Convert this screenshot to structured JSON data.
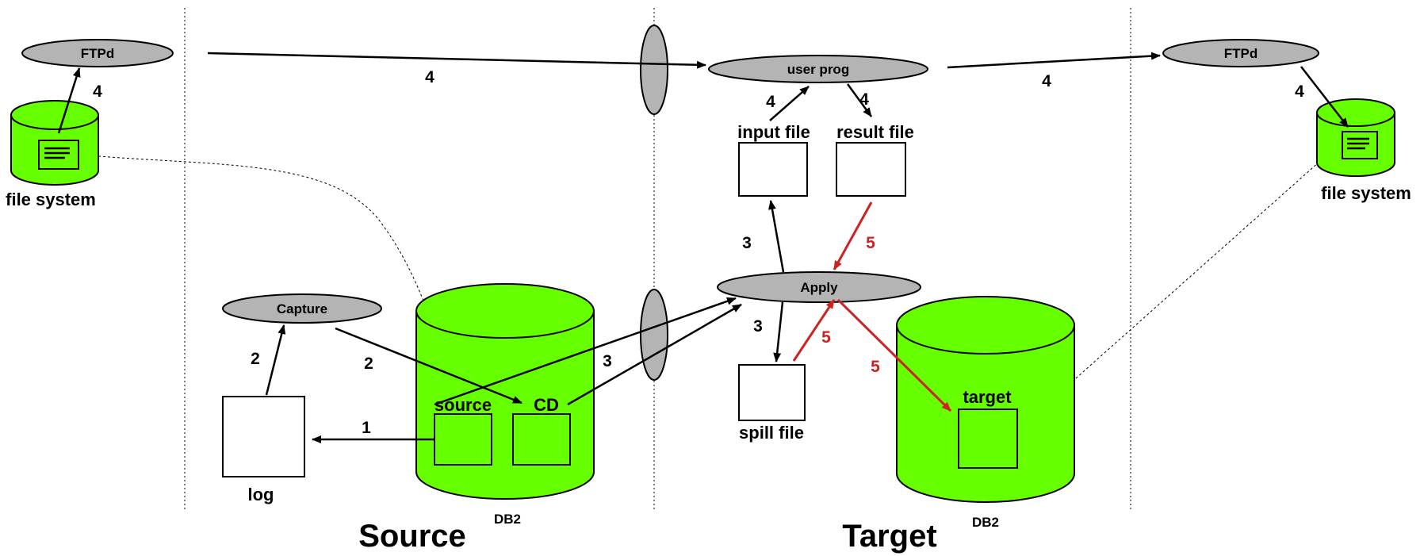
{
  "regions": {
    "source": "Source",
    "target": "Target"
  },
  "processes": {
    "ftpd_left": "FTPd",
    "ftpd_right": "FTPd",
    "capture": "Capture",
    "user_prog": "user prog",
    "apply": "Apply"
  },
  "stores": {
    "file_system_left": "file system",
    "file_system_right": "file system",
    "db2_source": "DB2",
    "db2_target": "DB2",
    "source_table": "source",
    "cd_table": "CD",
    "target_table": "target"
  },
  "files": {
    "log": "log",
    "spill_file": "spill file",
    "input_file": "input file",
    "result_file": "result file"
  },
  "steps": {
    "s1": "1",
    "s2a": "2",
    "s2b": "2",
    "s3a": "3",
    "s3b": "3",
    "s3c": "3",
    "s4a": "4",
    "s4b": "4",
    "s4c": "4",
    "s4d": "4",
    "s4e": "4",
    "s4f": "4",
    "s5a": "5",
    "s5b": "5",
    "s5c": "5"
  },
  "colors": {
    "storage_green": "#66ff00",
    "process_gray": "#b4b4b4",
    "error_red": "#cc2222"
  }
}
